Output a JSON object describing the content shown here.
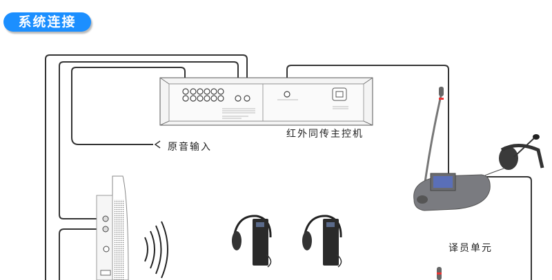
{
  "header": {
    "title": "系统连接"
  },
  "labels": {
    "source_input": "原音输入",
    "main_controller": "红外同传主控机",
    "interpreter_unit": "译员单元"
  },
  "colors": {
    "accent": "#1c8fff",
    "cable": "#333333"
  }
}
